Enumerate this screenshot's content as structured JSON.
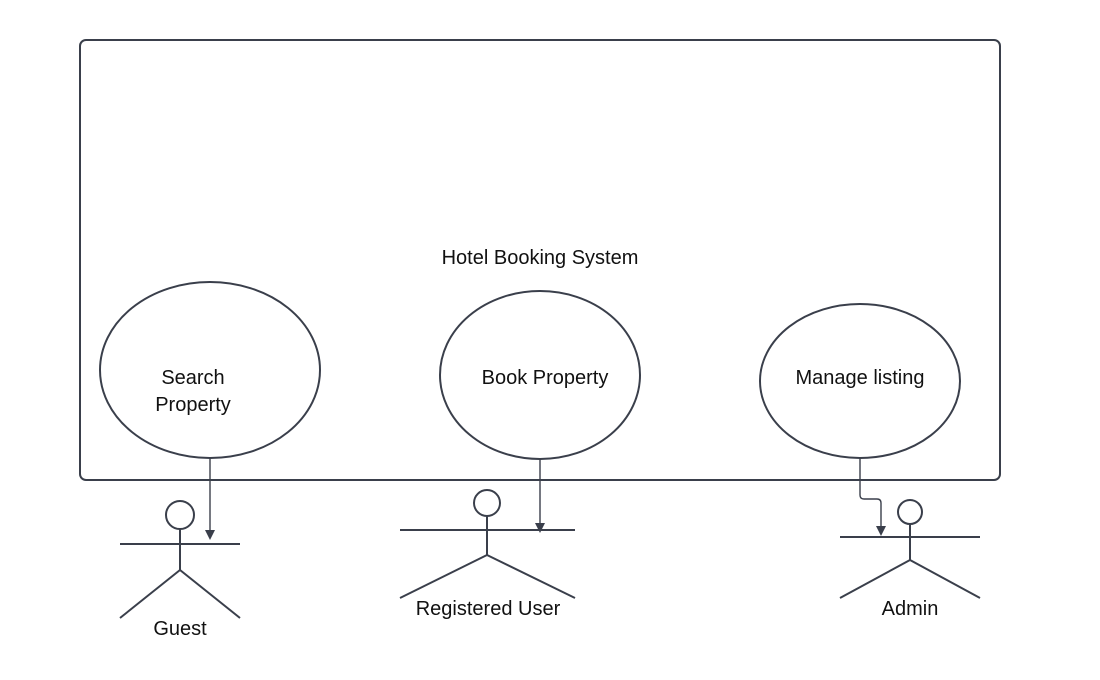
{
  "diagram": {
    "system": {
      "title": "Hotel Booking System"
    },
    "use_cases": [
      {
        "id": "search",
        "lines": [
          "Search",
          "Property"
        ]
      },
      {
        "id": "book",
        "lines": [
          "Book Property"
        ]
      },
      {
        "id": "manage",
        "lines": [
          "Manage listing"
        ]
      }
    ],
    "actors": [
      {
        "id": "guest",
        "label": "Guest"
      },
      {
        "id": "registered",
        "label": "Registered User"
      },
      {
        "id": "admin",
        "label": "Admin"
      }
    ],
    "colors": {
      "stroke": "#3a3f4b",
      "text": "#111111",
      "background": "#ffffff"
    }
  }
}
